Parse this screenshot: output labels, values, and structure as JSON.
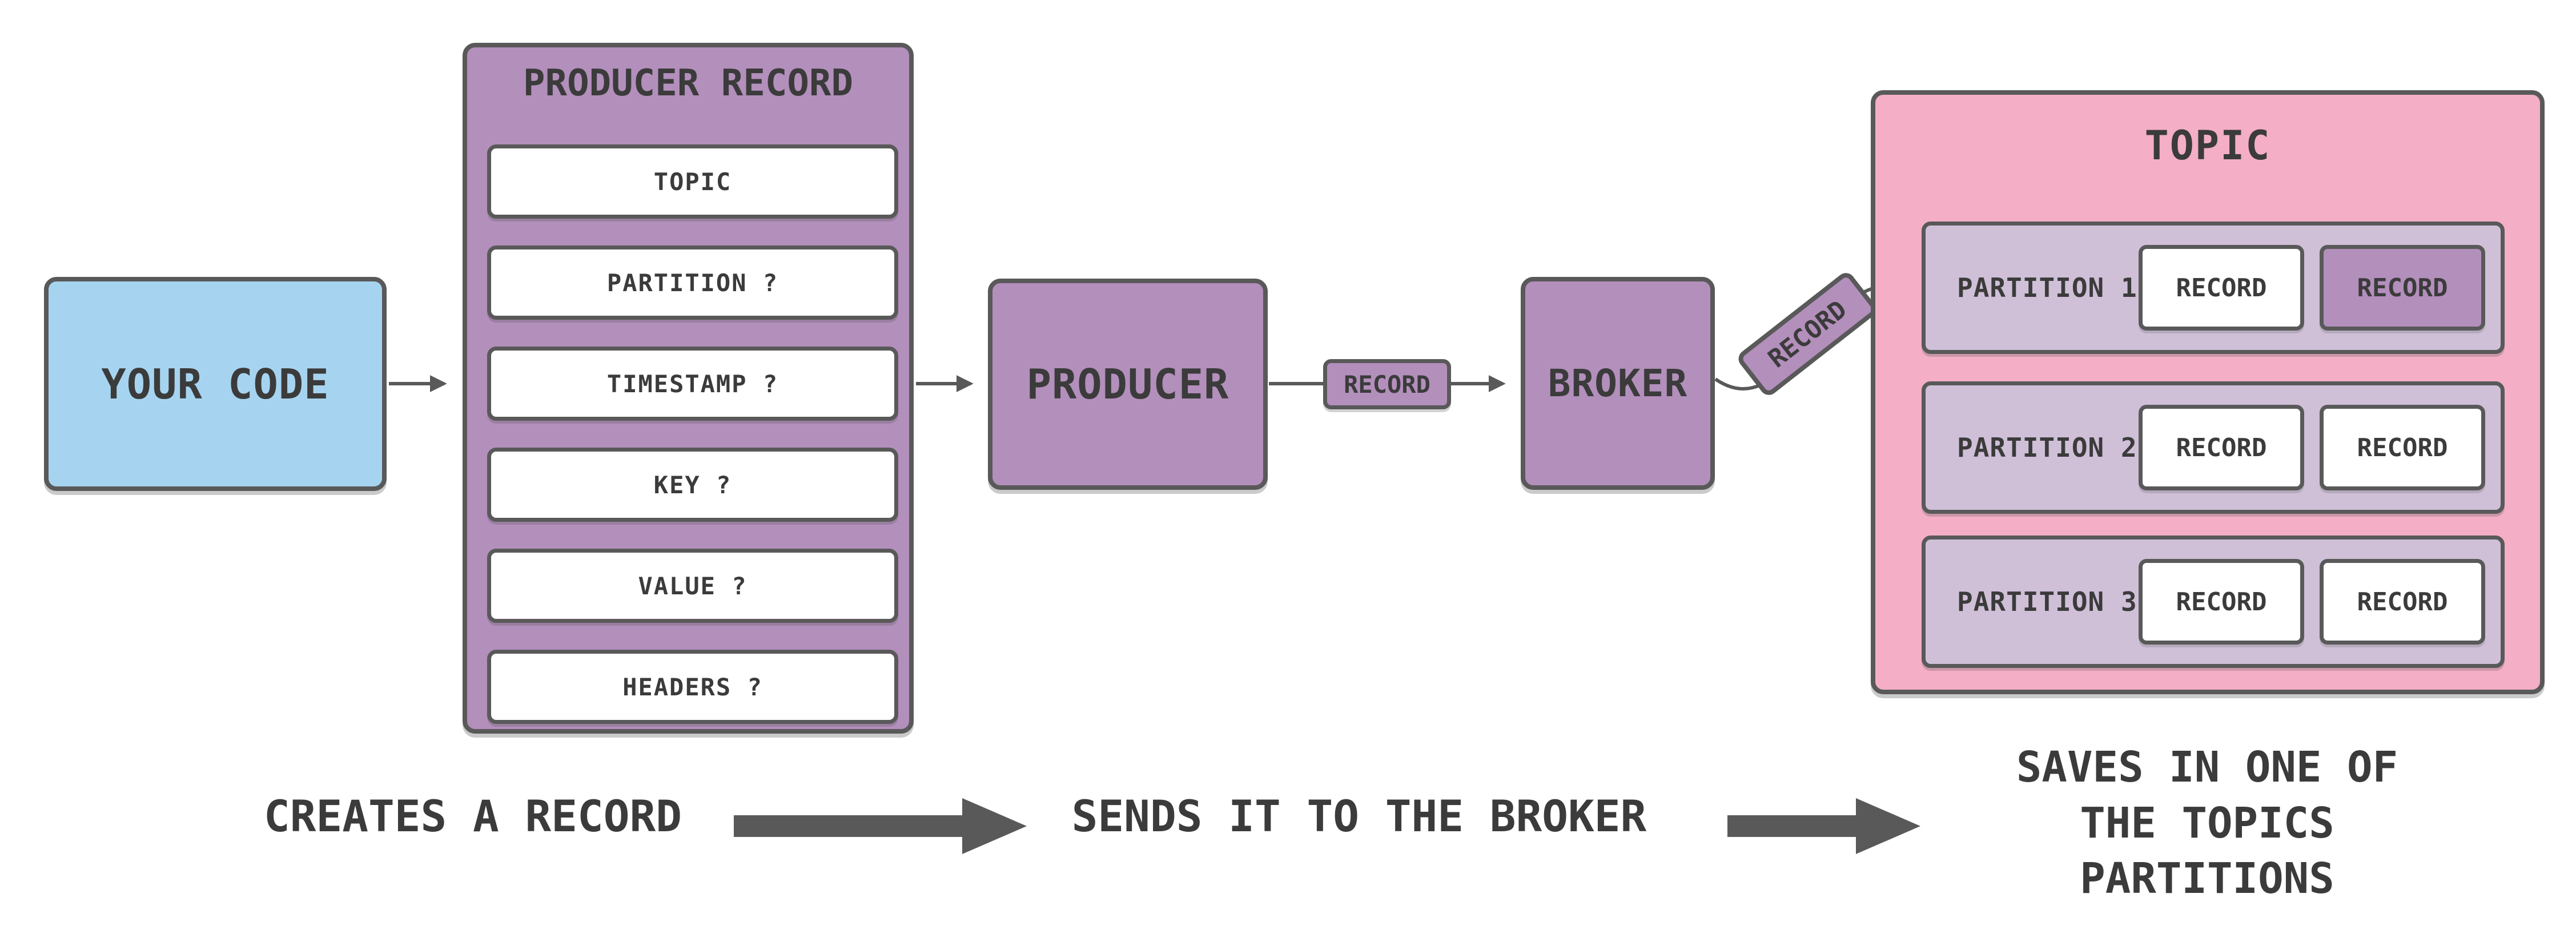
{
  "colors": {
    "background": "#ffffff",
    "blue": "#a6d4f0",
    "purple": "#b38fbc",
    "lavender": "#cfc0d8",
    "pink": "#f4aec6",
    "line": "#595959",
    "text": "#3b3b3b",
    "white": "#ffffff"
  },
  "nodes": {
    "your_code": "YOUR CODE",
    "producer": "PRODUCER",
    "broker": "BROKER",
    "record_chip": "RECORD",
    "record_tag": "RECORD"
  },
  "producer_record": {
    "title": "PRODUCER RECORD",
    "fields": [
      "TOPIC",
      "PARTITION ?",
      "TIMESTAMP ?",
      "KEY ?",
      "VALUE ?",
      "HEADERS ?"
    ]
  },
  "topic": {
    "title": "TOPIC",
    "partitions": [
      {
        "label": "PARTITION 1",
        "records": [
          {
            "label": "RECORD",
            "variant": "white"
          },
          {
            "label": "RECORD",
            "variant": "purple"
          }
        ]
      },
      {
        "label": "PARTITION 2",
        "records": [
          {
            "label": "RECORD",
            "variant": "white"
          },
          {
            "label": "RECORD",
            "variant": "white"
          }
        ]
      },
      {
        "label": "PARTITION 3",
        "records": [
          {
            "label": "RECORD",
            "variant": "white"
          },
          {
            "label": "RECORD",
            "variant": "white"
          }
        ]
      }
    ]
  },
  "captions": {
    "step1": "CREATES A RECORD",
    "step2": "SENDS IT TO THE BROKER",
    "step3_lines": [
      "SAVES IN ONE OF",
      "THE TOPICS",
      "PARTITIONS"
    ]
  }
}
